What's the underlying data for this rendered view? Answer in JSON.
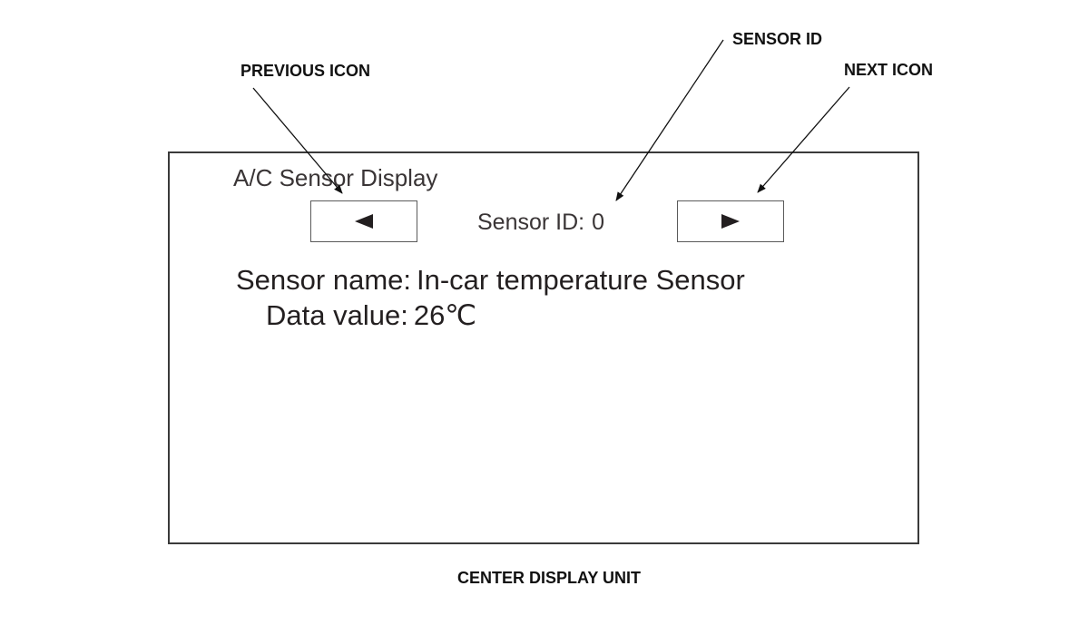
{
  "callouts": {
    "previous_icon": "PREVIOUS ICON",
    "sensor_id": "SENSOR ID",
    "next_icon": "NEXT ICON",
    "center_display_unit": "CENTER DISPLAY UNIT"
  },
  "screen": {
    "title": "A/C Sensor Display",
    "prev_button": {
      "icon": "left-triangle-icon"
    },
    "next_button": {
      "icon": "right-triangle-icon"
    },
    "sensor_id_label": "Sensor ID:",
    "sensor_id_value": "0",
    "sensor_name_label": "Sensor name:",
    "sensor_name_value": "In-car temperature Sensor",
    "data_value_label": "Data value:",
    "data_value_value": "26℃"
  }
}
